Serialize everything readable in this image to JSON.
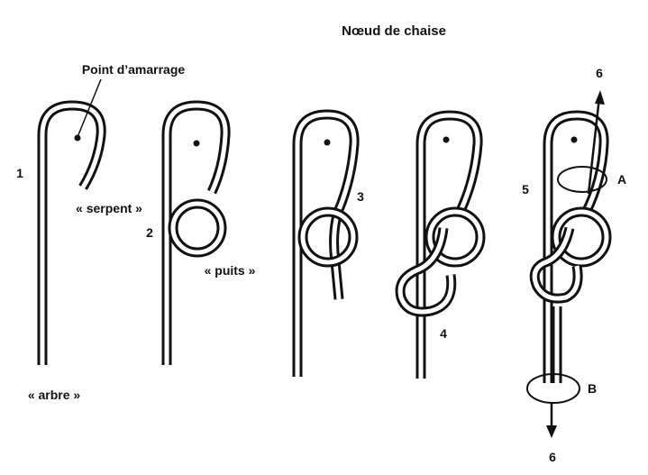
{
  "title": "Nœud de chaise",
  "labels": {
    "point_amarrage": "Point d’amarrage",
    "serpent": "« serpent »",
    "puits": "« puits »",
    "arbre": "« arbre »",
    "step1": "1",
    "step2": "2",
    "step3": "3",
    "step4": "4",
    "step5": "5",
    "step6_top": "6",
    "step6_bottom": "6",
    "marker_a": "A",
    "marker_b": "B"
  },
  "colors": {
    "rope_outline": "#111111",
    "rope_core": "#ffffff",
    "background": "#ffffff"
  }
}
